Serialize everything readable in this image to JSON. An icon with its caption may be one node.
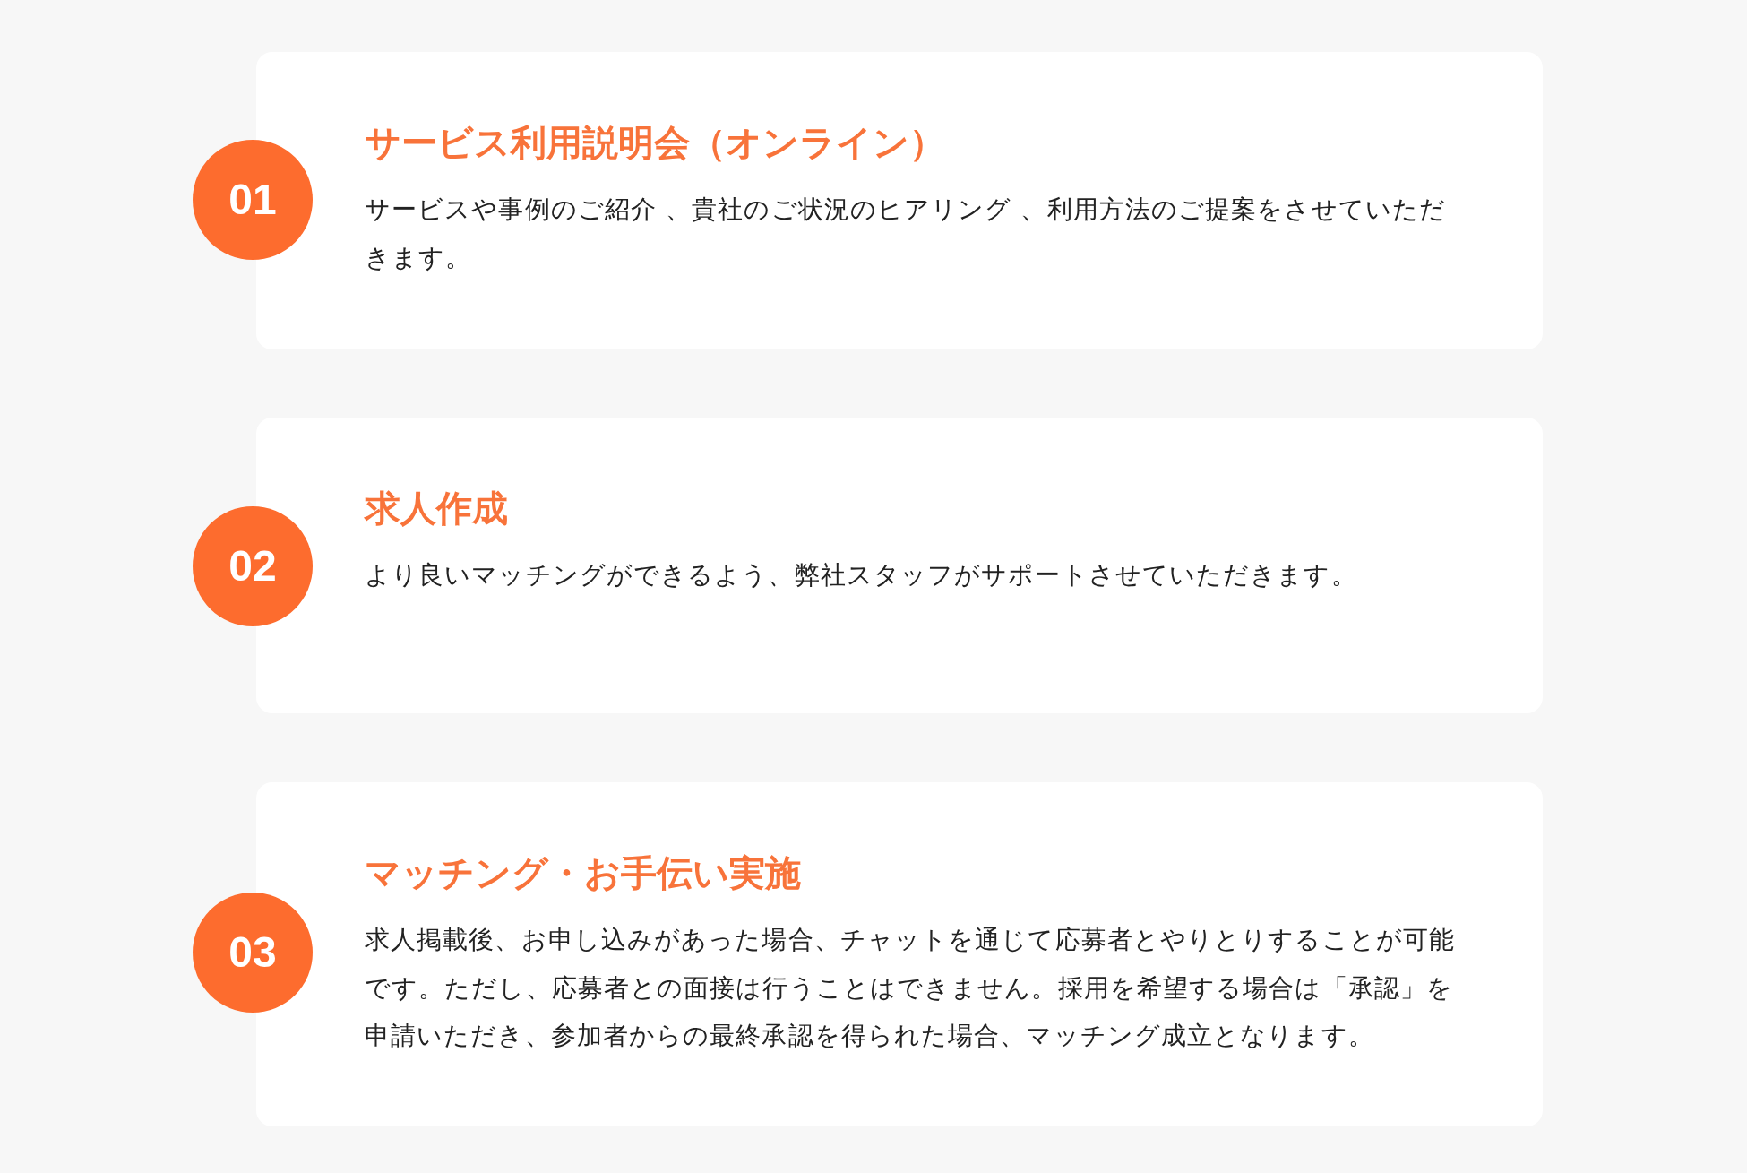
{
  "diagram": {
    "nodes": [
      {
        "text": [
          "01"
        ]
      },
      {
        "text": [
          "サービス利用説明会（オンライン）",
          "サービスや事例のご紹介 、貴社のご状況のヒアリング 、利用方法のご提案をさせていただきます。"
        ]
      },
      {
        "text": [
          "02"
        ]
      },
      {
        "text": [
          "求人作成",
          "より良いマッチングができるよう、弊社スタッフがサポートさせていただきます。"
        ]
      },
      {
        "text": [
          "03"
        ]
      },
      {
        "text": [
          "マッチング・お手伝い実施",
          "求人掲載後、お申し込みがあった場合、チャットを通じて応募者とやりとりすることが可能です。ただし、応募者との面接は行うことはできません。採用を希望する場合は「承認」を申請いただき、参加者からの最終承認を得られた場合、マッチング成立となります。"
        ]
      }
    ]
  }
}
